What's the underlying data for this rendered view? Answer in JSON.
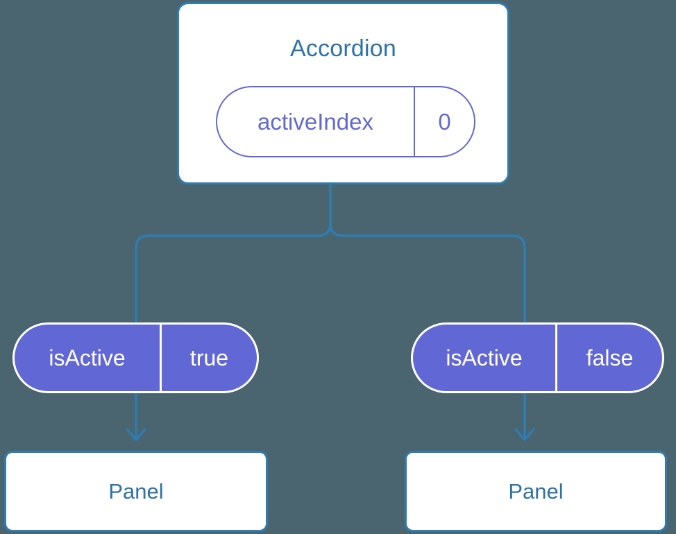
{
  "diagram": {
    "type": "component-tree",
    "background_color": "#4a6570",
    "accent_blue": "#2d72a8",
    "accent_purple": "#6168d6",
    "root": {
      "title": "Accordion",
      "state": {
        "key": "activeIndex",
        "value": "0"
      }
    },
    "children": [
      {
        "prop": {
          "key": "isActive",
          "value": "true"
        },
        "node": {
          "title": "Panel"
        }
      },
      {
        "prop": {
          "key": "isActive",
          "value": "false"
        },
        "node": {
          "title": "Panel"
        }
      }
    ]
  }
}
